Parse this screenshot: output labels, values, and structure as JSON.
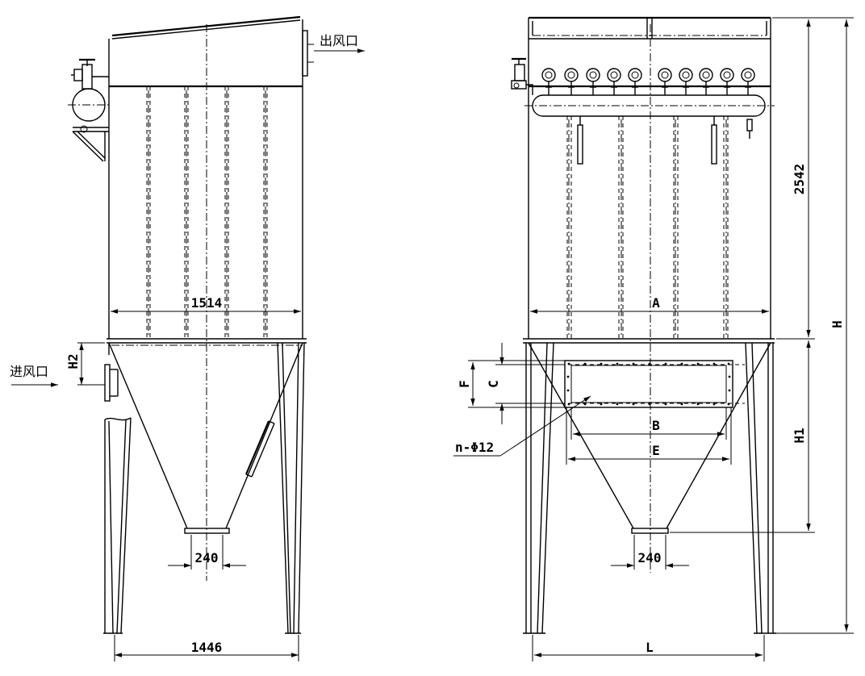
{
  "labels": {
    "outlet": "出风口",
    "inlet": "进风口",
    "hole_spec": "n-Φ12"
  },
  "dimensions": {
    "body_width": "1514",
    "leg_span": "1446",
    "hopper_outlet_left": "240",
    "hopper_outlet_right": "240",
    "h2": "H2",
    "a": "A",
    "b": "B",
    "c": "C",
    "e": "E",
    "f": "F",
    "h1": "H1",
    "h": "H",
    "l": "L",
    "upper_height": "2542"
  },
  "colors": {
    "line": "#000000",
    "background": "#ffffff"
  }
}
